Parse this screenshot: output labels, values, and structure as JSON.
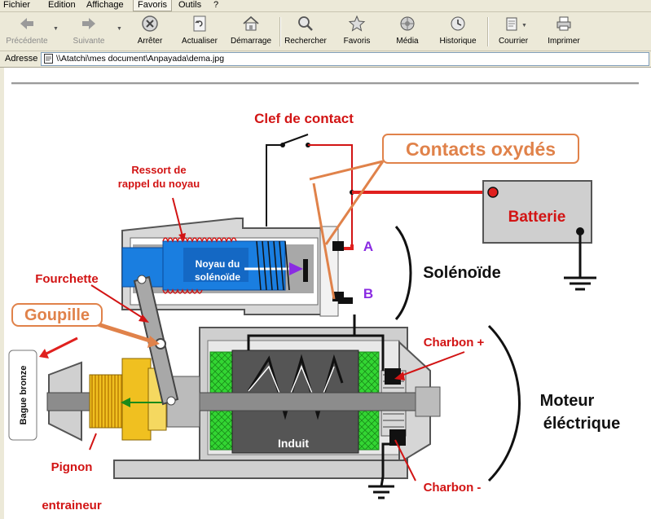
{
  "menu": {
    "items": [
      "Fichier",
      "Edition",
      "Affichage",
      "Favoris",
      "Outils",
      "?"
    ]
  },
  "toolbar": {
    "back_label": "Précédente",
    "forward_label": "Suivante",
    "stop_label": "Arrêter",
    "refresh_label": "Actualiser",
    "home_label": "Démarrage",
    "search_label": "Rechercher",
    "favorites_label": "Favoris",
    "media_label": "Média",
    "history_label": "Historique",
    "mail_label": "Courrier",
    "print_label": "Imprimer"
  },
  "address": {
    "label": "Adresse",
    "value": "\\\\Atatchi\\mes document\\Anpayada\\dema.jpg"
  },
  "diagram": {
    "clef_de_contact": "Clef de contact",
    "contacts_oxydes": "Contacts oxydés",
    "ressort_line1": "Ressort de",
    "ressort_line2": "rappel du noyau",
    "batterie": "Batterie",
    "noyau_line1": "Noyau du",
    "noyau_line2": "solénoïde",
    "contact_a": "A",
    "contact_b": "B",
    "solenoide": "Solénoïde",
    "fourchette": "Fourchette",
    "goupille": "Goupille",
    "bague_bronze": "Bague bronze",
    "charbon_plus": "Charbon +",
    "charbon_minus": "Charbon -",
    "moteur_line1": "Moteur",
    "moteur_line2": "éléctrique",
    "induit": "Induit",
    "pignon_line1": "Pignon",
    "pignon_line2": "entraineur"
  },
  "colors": {
    "label_red": "#d21414",
    "oxide_orange": "#e0824a",
    "battery_red": "#e0201e",
    "solenoid_blue": "#1a7ee0",
    "armature_green": "#33d633",
    "pinion_yellow": "#f0c020",
    "violet": "#8a2be2"
  }
}
